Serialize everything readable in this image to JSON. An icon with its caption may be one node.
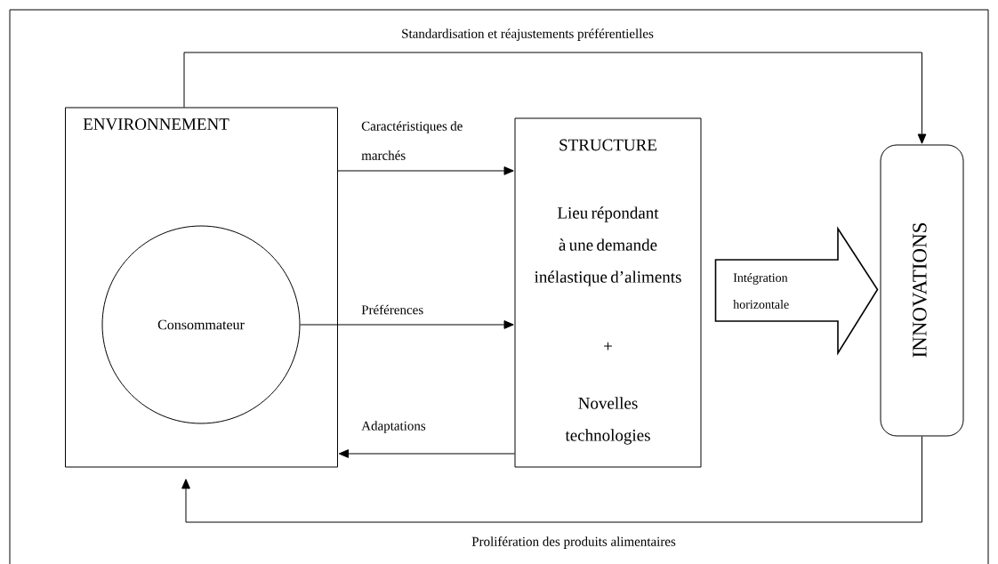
{
  "diagram": {
    "nodes": [
      {
        "text": [
          "ENVIRONNEMENT"
        ]
      },
      {
        "text": [
          "Consommateur"
        ],
        "in": 0
      },
      {
        "text": [
          "STRUCTURE",
          "Lieu répondant à une demande inélastique d’aliments",
          "+",
          "Novelles technologies"
        ]
      },
      {
        "text": [
          "INNOVATIONS"
        ]
      }
    ],
    "edges": [
      {
        "from": 0,
        "to": 2,
        "arrow": "to",
        "label": "Caractéristiques de marchés"
      },
      {
        "from": 1,
        "to": 2,
        "arrow": "to",
        "label": "Préférences"
      },
      {
        "from": 2,
        "to": 0,
        "arrow": "to",
        "label": "Adaptations"
      },
      {
        "from": 2,
        "to": 3,
        "arrow": "to",
        "label": "Intégration horizontale",
        "style": "thick"
      },
      {
        "from": 0,
        "to": 3,
        "arrow": "to",
        "label": "Standardisation et réajustements préférentielles"
      },
      {
        "from": 3,
        "to": 0,
        "arrow": "to",
        "label": "Prolifération des produits alimentaires"
      }
    ]
  }
}
